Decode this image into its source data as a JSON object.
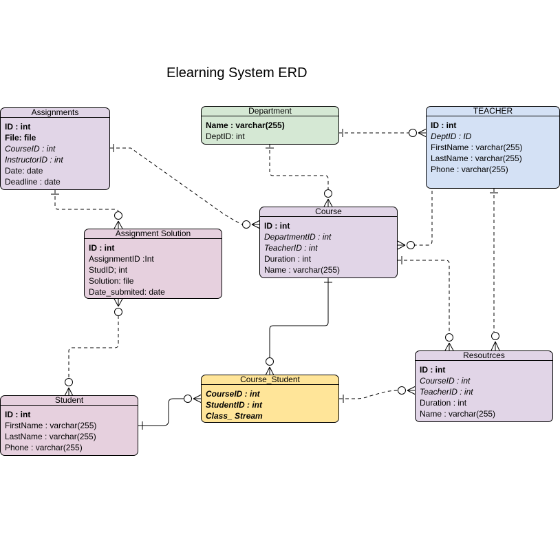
{
  "diagram": {
    "title": "Elearning System ERD",
    "colors": {
      "purple": "#e1d5e7",
      "pink": "#e6d0de",
      "green": "#d5e8d4",
      "blue": "#d4e1f5",
      "yellow": "#ffe599"
    },
    "entities": {
      "assignments": {
        "name": "Assignments",
        "fields": [
          {
            "text": "ID : int",
            "style": "pk"
          },
          {
            "text": "File: file",
            "style": "pk"
          },
          {
            "text": "CourseID : int",
            "style": "fk"
          },
          {
            "text": "InstructorID : int",
            "style": "fk"
          },
          {
            "text": "Date: date",
            "style": "normal"
          },
          {
            "text": "Deadline : date",
            "style": "normal"
          }
        ]
      },
      "department": {
        "name": "Department",
        "fields": [
          {
            "text": "Name : varchar(255)",
            "style": "pk"
          },
          {
            "text": "DeptID: int",
            "style": "normal"
          }
        ]
      },
      "teacher": {
        "name": "TEACHER",
        "fields": [
          {
            "text": "ID : int",
            "style": "pk"
          },
          {
            "text": "DeptID  : ID",
            "style": "fk"
          },
          {
            "text": "FirstName : varchar(255)",
            "style": "normal"
          },
          {
            "text": "LastName : varchar(255)",
            "style": "normal"
          },
          {
            "text": "Phone : varchar(255)",
            "style": "normal"
          }
        ]
      },
      "course": {
        "name": "Course",
        "fields": [
          {
            "text": "ID : int",
            "style": "pk"
          },
          {
            "text": "DepartmentID : int",
            "style": "fk"
          },
          {
            "text": "TeacherID : int",
            "style": "fk"
          },
          {
            "text": "Duration : int",
            "style": "normal"
          },
          {
            "text": "Name : varchar(255)",
            "style": "normal"
          }
        ]
      },
      "assignment_solution": {
        "name": "Assignment Solution",
        "fields": [
          {
            "text": "ID : int",
            "style": "pk"
          },
          {
            "text": "AssignmentID :Int",
            "style": "normal"
          },
          {
            "text": "StudID; int",
            "style": "normal"
          },
          {
            "text": "Solution: file",
            "style": "normal"
          },
          {
            "text": "Date_submited: date",
            "style": "normal"
          }
        ]
      },
      "resources": {
        "name": "Resoutrces",
        "fields": [
          {
            "text": "ID : int",
            "style": "pk"
          },
          {
            "text": "CourseID : int",
            "style": "fk"
          },
          {
            "text": "TeacherID : int",
            "style": "fk"
          },
          {
            "text": "Duration : int",
            "style": "normal"
          },
          {
            "text": "Name : varchar(255)",
            "style": "normal"
          }
        ]
      },
      "course_student": {
        "name": "Course_Student",
        "fields": [
          {
            "text": "CourseID : int",
            "style": "pkfk"
          },
          {
            "text": "StudentID : int",
            "style": "pkfk"
          },
          {
            "text": "Class_ Stream",
            "style": "pkfk"
          }
        ]
      },
      "student": {
        "name": "Student",
        "fields": [
          {
            "text": "ID : int",
            "style": "pk"
          },
          {
            "text": "FirstName : varchar(255)",
            "style": "normal"
          },
          {
            "text": "LastName : varchar(255)",
            "style": "normal"
          },
          {
            "text": "Phone : varchar(255)",
            "style": "normal"
          }
        ]
      }
    },
    "relationships": [
      {
        "from": "department",
        "to": "teacher",
        "from_end": "one",
        "to_end": "zero-or-many",
        "line": "dashed"
      },
      {
        "from": "department",
        "to": "course",
        "from_end": "one",
        "to_end": "zero-or-many",
        "line": "dashed"
      },
      {
        "from": "assignments",
        "to": "course",
        "from_end": "one",
        "to_end": "zero-or-many",
        "line": "dashed"
      },
      {
        "from": "teacher",
        "to": "course",
        "from_end": "one",
        "to_end": "zero-or-many",
        "line": "dashed"
      },
      {
        "from": "assignments",
        "to": "assignment_solution",
        "from_end": "one",
        "to_end": "zero-or-many",
        "line": "dashed"
      },
      {
        "from": "course",
        "to": "resources",
        "from_end": "one",
        "to_end": "zero-or-many",
        "line": "dashed"
      },
      {
        "from": "teacher",
        "to": "resources",
        "from_end": "one",
        "to_end": "zero-or-many",
        "line": "dashed"
      },
      {
        "from": "course",
        "to": "course_student",
        "from_end": "one",
        "to_end": "zero-or-many",
        "line": "solid"
      },
      {
        "from": "student",
        "to": "course_student",
        "from_end": "one",
        "to_end": "zero-or-many",
        "line": "solid"
      },
      {
        "from": "course_student",
        "to": "resources",
        "from_end": "one",
        "to_end": "zero-or-many",
        "line": "dashed"
      },
      {
        "from": "assignment_solution",
        "to": "student",
        "from_end": "many",
        "to_end": "zero-or-many",
        "line": "dashed"
      }
    ]
  }
}
